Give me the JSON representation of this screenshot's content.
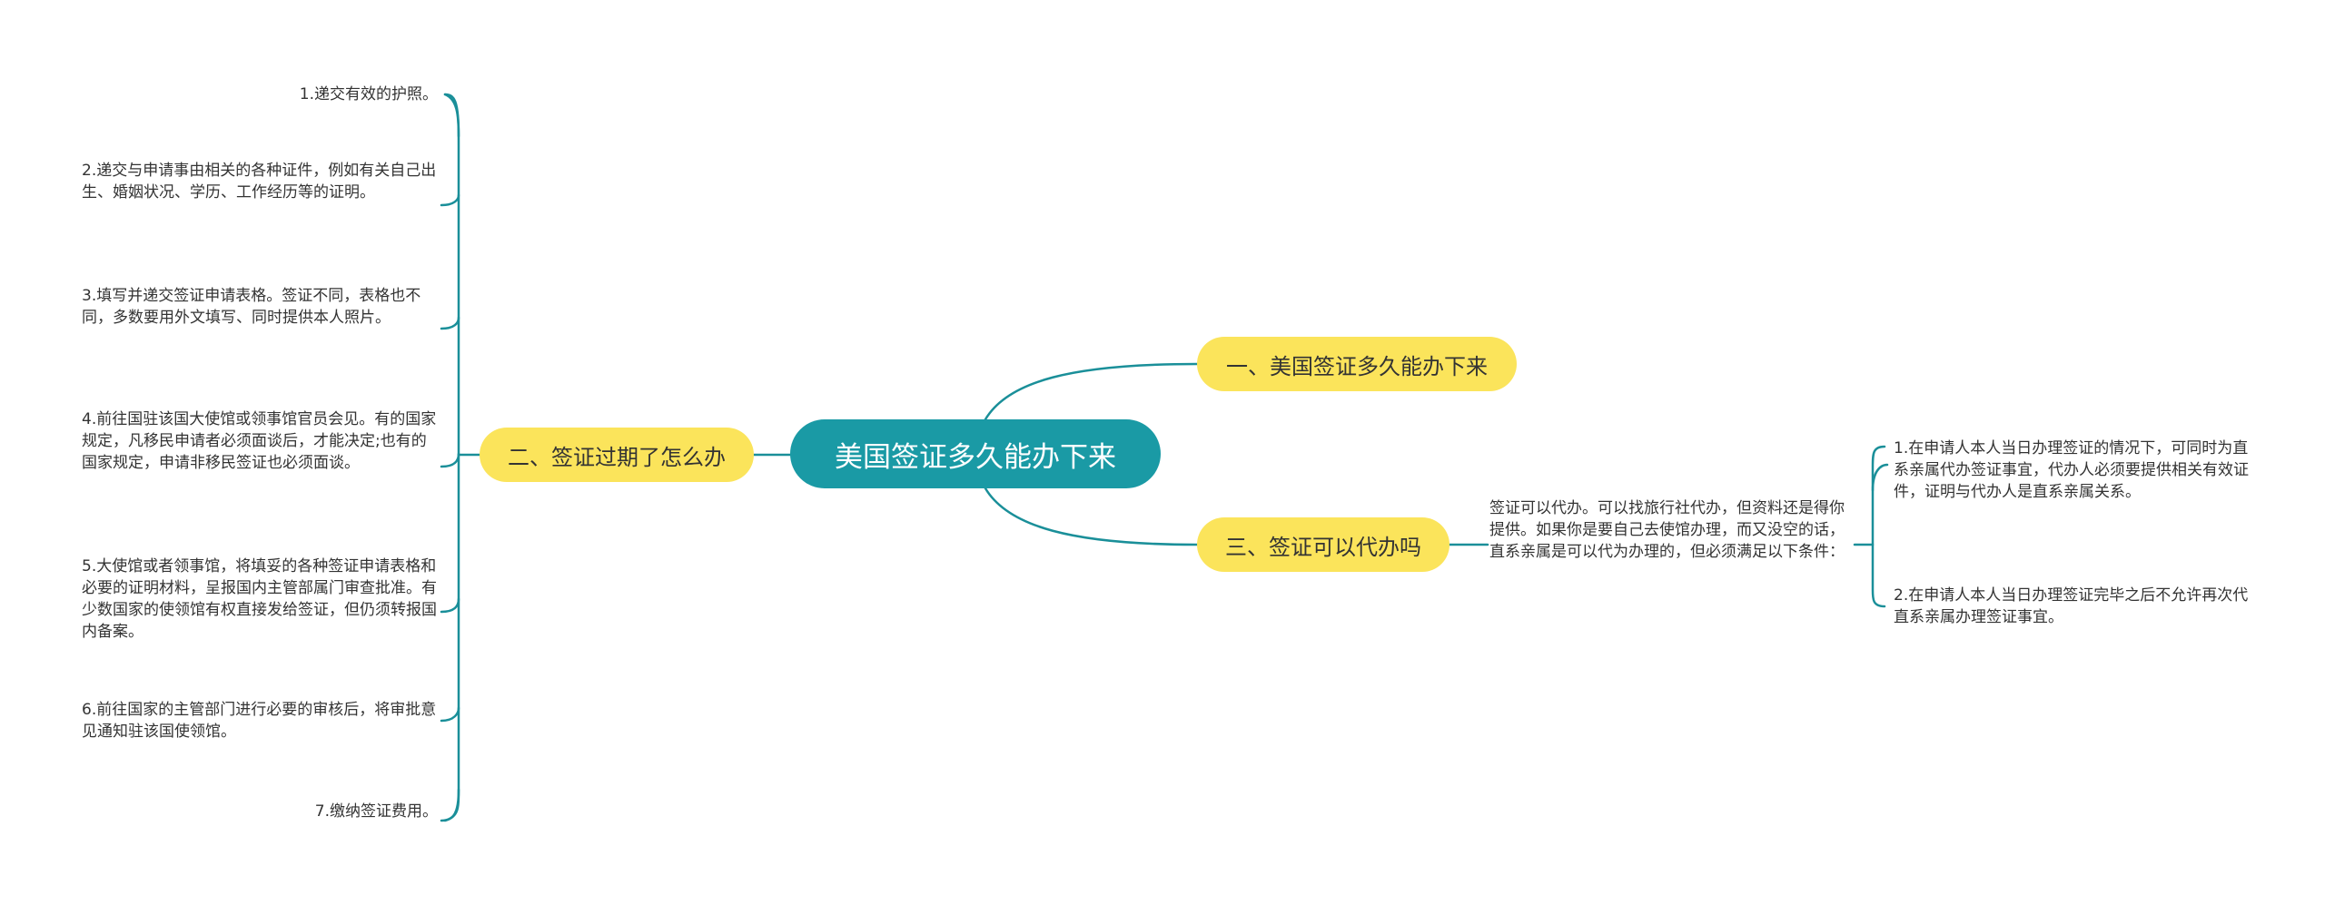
{
  "root": {
    "label": "美国签证多久能办下来"
  },
  "branches": [
    {
      "label": "一、美国签证多久能办下来"
    },
    {
      "label": "二、签证过期了怎么办"
    },
    {
      "label": "三、签证可以代办吗"
    }
  ],
  "branch2_items": [
    "1.递交有效的护照。",
    "2.递交与申请事由相关的各种证件，例如有关自己出生、婚姻状况、学历、工作经历等的证明。",
    "3.填写并递交签证申请表格。签证不同，表格也不同，多数要用外文填写、同时提供本人照片。",
    "4.前往国驻该国大使馆或领事馆官员会见。有的国家规定，凡移民申请者必须面谈后，才能决定;也有的国家规定，申请非移民签证也必须面谈。",
    "5.大使馆或者领事馆，将填妥的各种签证申请表格和必要的证明材料，呈报国内主管部属门审查批准。有少数国家的使领馆有权直接发给签证，但仍须转报国内备案。",
    "6.前往国家的主管部门进行必要的审核后，将审批意见通知驻该国使领馆。",
    "7.缴纳签证费用。"
  ],
  "branch3_detail": "签证可以代办。可以找旅行社代办，但资料还是得你提供。如果你是要自己去使馆办理，而又没空的话，直系亲属是可以代为办理的，但必须满足以下条件：",
  "branch3_conditions": [
    "1.在申请人本人当日办理签证的情况下，可同时为直系亲属代办签证事宜，代办人必须要提供相关有效证件，证明与代办人是直系亲属关系。",
    "2.在申请人本人当日办理签证完毕之后不允许再次代直系亲属办理签证事宜。"
  ],
  "colors": {
    "root_fill": "#1a9aa5",
    "branch_fill": "#fbe45b",
    "connector": "#1a8f99"
  }
}
